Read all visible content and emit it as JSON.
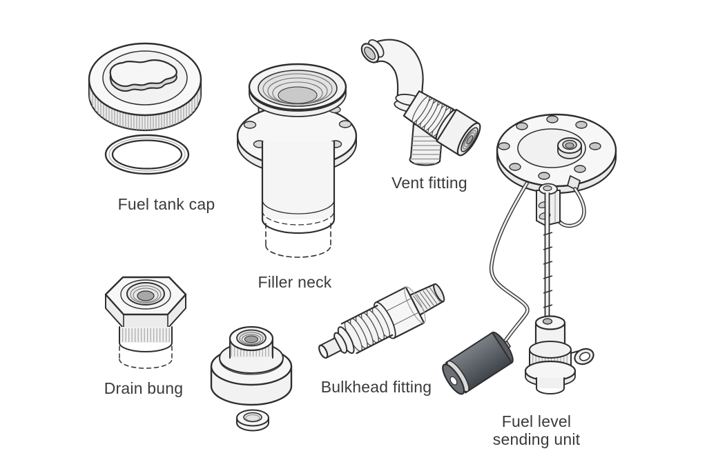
{
  "page": {
    "background": "#ffffff"
  },
  "colors": {
    "line": "#2e2e2e",
    "text": "#3a3a3a",
    "fill_light": "#f6f6f6",
    "fill_mid": "#ececec",
    "fill_shadow": "#cfcfcf",
    "float_dark": "#42464c"
  },
  "parts": {
    "fuel_tank_cap": {
      "label": "Fuel tank cap"
    },
    "filler_neck": {
      "label": "Filler neck"
    },
    "vent_fitting": {
      "label": "Vent fitting"
    },
    "drain_bung": {
      "label": "Drain bung"
    },
    "bulkhead_fitting": {
      "label": "Bulkhead fitting"
    },
    "fuel_level_sending_unit": {
      "label": "Fuel level\nsending unit"
    }
  }
}
